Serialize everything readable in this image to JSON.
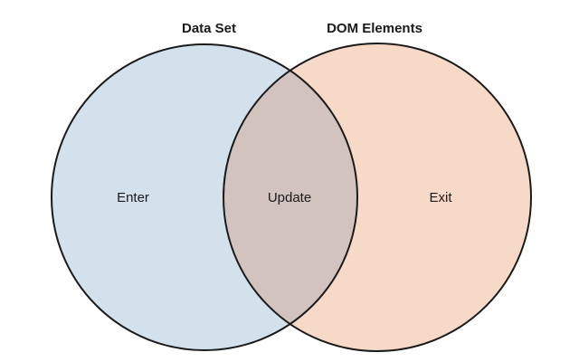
{
  "diagram": {
    "type": "venn",
    "sets": [
      {
        "title": "Data Set"
      },
      {
        "title": "DOM Elements"
      }
    ],
    "regions": [
      {
        "name": "left-only",
        "label": "Enter"
      },
      {
        "name": "intersection",
        "label": "Update"
      },
      {
        "name": "right-only",
        "label": "Exit"
      }
    ],
    "colors": {
      "left_fill": "#d3e1ed",
      "right_fill": "#f6d9c7",
      "overlap_fill": "#d3c3bf",
      "stroke": "#1b1b1b",
      "text": "#1a1a1a",
      "background": "#ffffff"
    }
  }
}
